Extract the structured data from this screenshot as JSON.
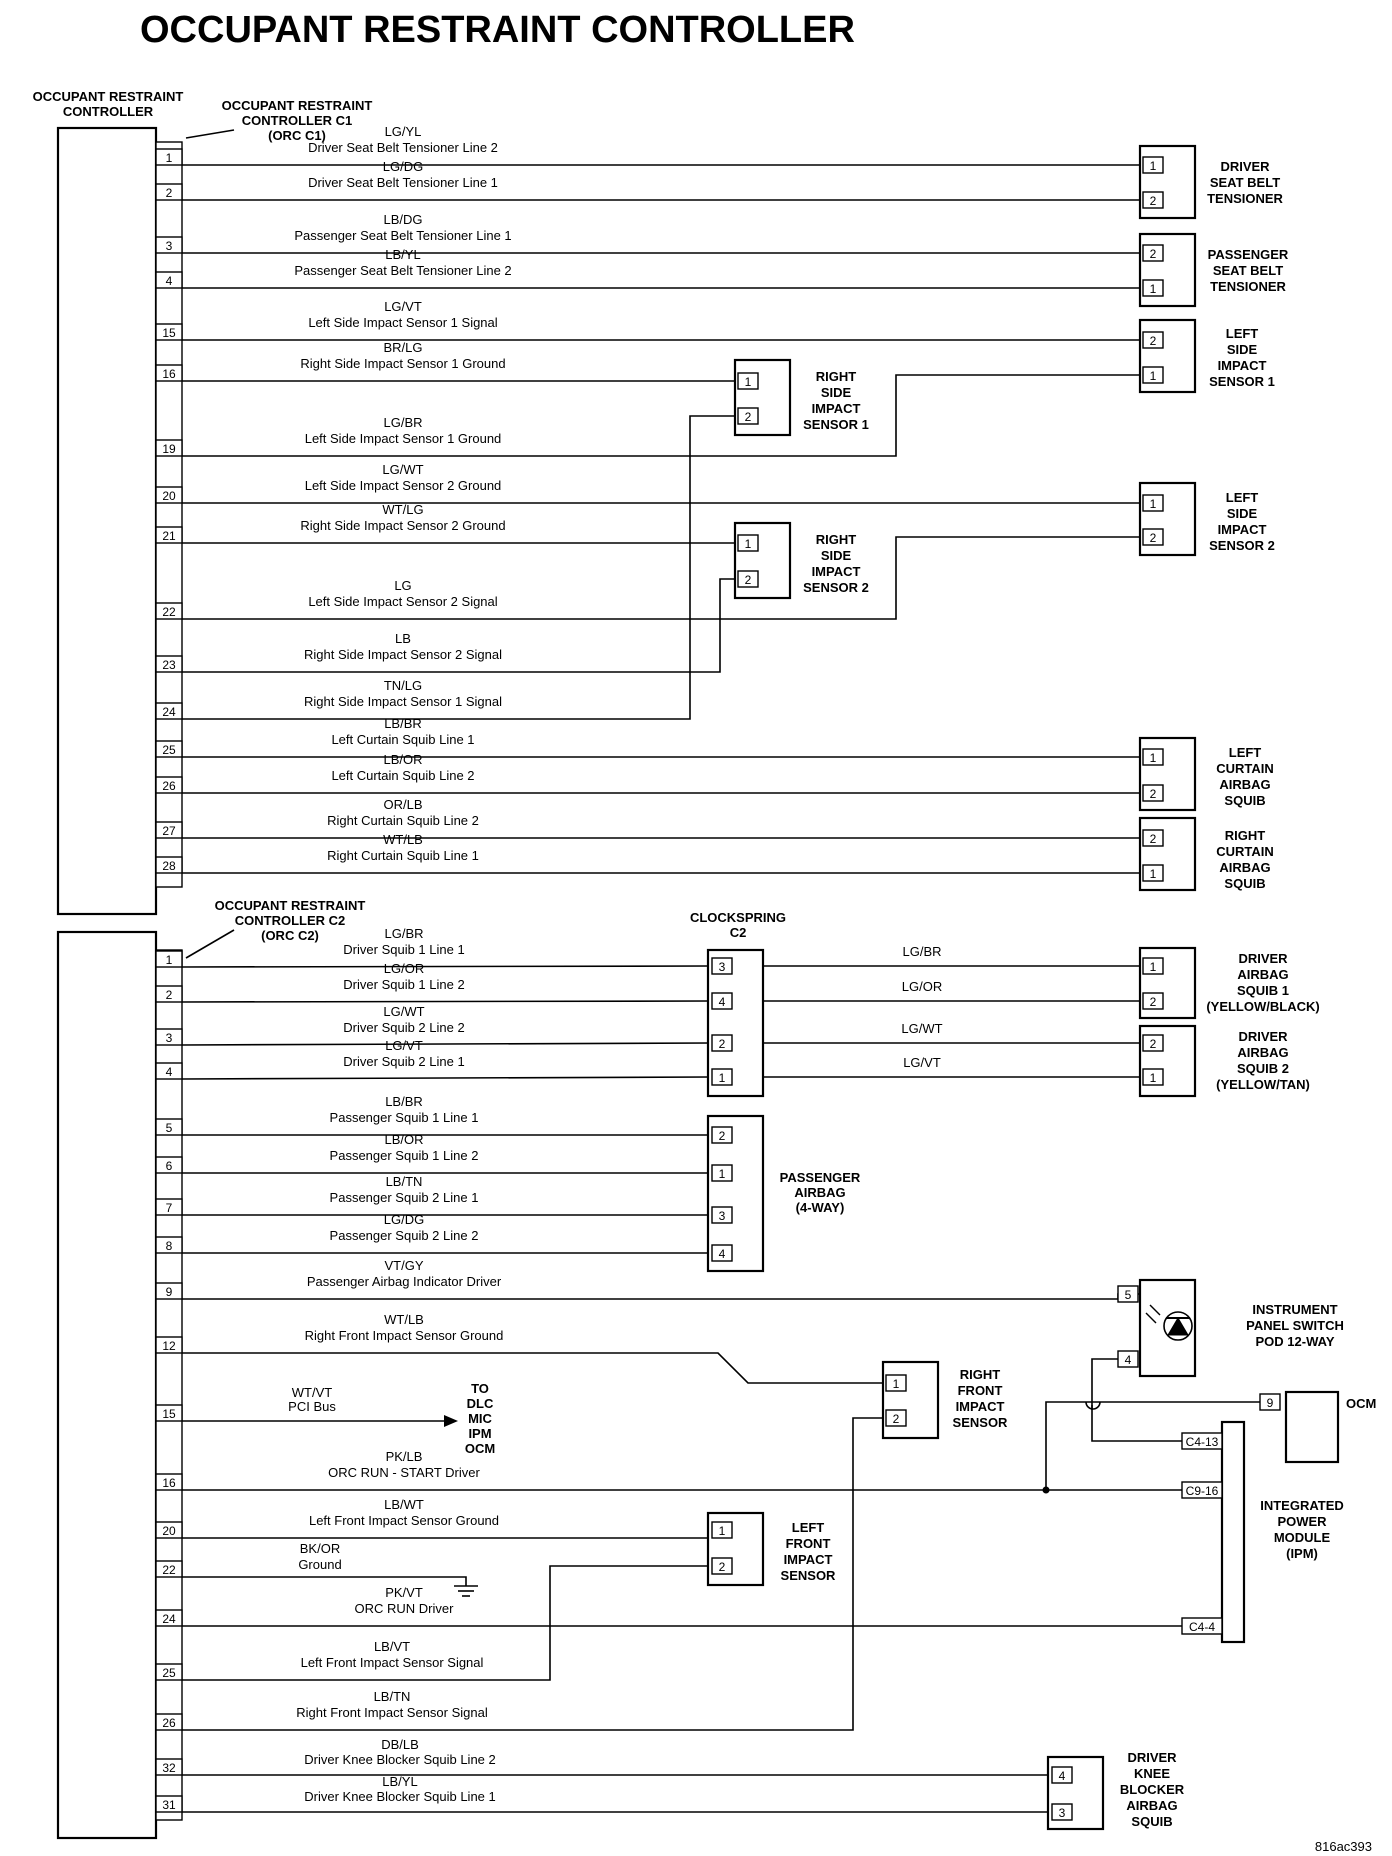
{
  "title": "OCCUPANT RESTRAINT CONTROLLER",
  "figure_id": "816ac393",
  "controller": {
    "label": [
      "OCCUPANT RESTRAINT",
      "CONTROLLER"
    ],
    "c1_label": [
      "OCCUPANT RESTRAINT",
      "CONTROLLER C1",
      "(ORC C1)"
    ],
    "c2_label": [
      "OCCUPANT RESTRAINT",
      "CONTROLLER C2",
      "(ORC C2)"
    ]
  },
  "components": {
    "driver_tensioner": [
      "DRIVER",
      "SEAT BELT",
      "TENSIONER"
    ],
    "passenger_tensioner": [
      "PASSENGER",
      "SEAT BELT",
      "TENSIONER"
    ],
    "left_side_sensor_1": [
      "LEFT",
      "SIDE",
      "IMPACT",
      "SENSOR 1"
    ],
    "right_side_sensor_1": [
      "RIGHT",
      "SIDE",
      "IMPACT",
      "SENSOR 1"
    ],
    "left_side_sensor_2": [
      "LEFT",
      "SIDE",
      "IMPACT",
      "SENSOR 2"
    ],
    "right_side_sensor_2": [
      "RIGHT",
      "SIDE",
      "IMPACT",
      "SENSOR 2"
    ],
    "left_curtain": [
      "LEFT",
      "CURTAIN",
      "AIRBAG",
      "SQUIB"
    ],
    "right_curtain": [
      "RIGHT",
      "CURTAIN",
      "AIRBAG",
      "SQUIB"
    ],
    "clockspring": [
      "CLOCKSPRING",
      "C2"
    ],
    "driver_squib_1": [
      "DRIVER",
      "AIRBAG",
      "SQUIB 1",
      "(YELLOW/BLACK)"
    ],
    "driver_squib_2": [
      "DRIVER",
      "AIRBAG",
      "SQUIB 2",
      "(YELLOW/TAN)"
    ],
    "passenger_airbag": [
      "PASSENGER",
      "AIRBAG",
      "(4-WAY)"
    ],
    "ip_switch_pod": [
      "INSTRUMENT",
      "PANEL SWITCH",
      "POD 12-WAY"
    ],
    "right_front_sensor": [
      "RIGHT",
      "FRONT",
      "IMPACT",
      "SENSOR"
    ],
    "ocm": [
      "OCM"
    ],
    "ipm": [
      "INTEGRATED",
      "POWER",
      "MODULE",
      "(IPM)"
    ],
    "left_front_sensor": [
      "LEFT",
      "FRONT",
      "IMPACT",
      "SENSOR"
    ],
    "knee_blocker": [
      "DRIVER",
      "KNEE",
      "BLOCKER",
      "AIRBAG",
      "SQUIB"
    ],
    "pci_bus_dest": [
      "TO",
      "DLC",
      "MIC",
      "IPM",
      "OCM"
    ]
  },
  "c1_wires": [
    {
      "pin": "1",
      "color": "LG/YL",
      "circuit": "Driver Seat Belt Tensioner Line 2",
      "cavity": "1"
    },
    {
      "pin": "2",
      "color": "LG/DG",
      "circuit": "Driver Seat Belt Tensioner Line 1",
      "cavity": "2"
    },
    {
      "pin": "3",
      "color": "LB/DG",
      "circuit": "Passenger Seat Belt Tensioner Line 1",
      "cavity": "2"
    },
    {
      "pin": "4",
      "color": "LB/YL",
      "circuit": "Passenger Seat Belt Tensioner Line 2",
      "cavity": "1"
    },
    {
      "pin": "15",
      "color": "LG/VT",
      "circuit": "Left Side Impact Sensor 1 Signal",
      "cavity": "2"
    },
    {
      "pin": "16",
      "color": "BR/LG",
      "circuit": "Right Side Impact Sensor 1 Ground",
      "cavity": "1"
    },
    {
      "pin": "19",
      "color": "LG/BR",
      "circuit": "Left Side Impact Sensor 1 Ground",
      "cavity": "1"
    },
    {
      "pin": "20",
      "color": "LG/WT",
      "circuit": "Left Side Impact Sensor 2 Ground",
      "cavity": "1"
    },
    {
      "pin": "21",
      "color": "WT/LG",
      "circuit": "Right Side Impact Sensor 2 Ground",
      "cavity": "1"
    },
    {
      "pin": "22",
      "color": "LG",
      "circuit": "Left Side Impact Sensor 2 Signal",
      "cavity": "2"
    },
    {
      "pin": "23",
      "color": "LB",
      "circuit": "Right Side Impact Sensor 2 Signal",
      "cavity": "2"
    },
    {
      "pin": "24",
      "color": "TN/LG",
      "circuit": "Right Side Impact Sensor 1 Signal",
      "cavity": "2"
    },
    {
      "pin": "25",
      "color": "LB/BR",
      "circuit": "Left Curtain Squib Line 1",
      "cavity": "1"
    },
    {
      "pin": "26",
      "color": "LB/OR",
      "circuit": "Left Curtain Squib Line 2",
      "cavity": "2"
    },
    {
      "pin": "27",
      "color": "OR/LB",
      "circuit": "Right Curtain Squib Line 2",
      "cavity": "2"
    },
    {
      "pin": "28",
      "color": "WT/LB",
      "circuit": "Right Curtain Squib Line 1",
      "cavity": "1"
    }
  ],
  "c2_wires": [
    {
      "pin": "1",
      "color": "LG/BR",
      "circuit": "Driver Squib 1 Line 1",
      "cavity": "3",
      "out_color": "LG/BR",
      "out_cavity": "1"
    },
    {
      "pin": "2",
      "color": "LG/OR",
      "circuit": "Driver Squib 1 Line 2",
      "cavity": "4",
      "out_color": "LG/OR",
      "out_cavity": "2"
    },
    {
      "pin": "3",
      "color": "LG/WT",
      "circuit": "Driver Squib 2 Line 2",
      "cavity": "2",
      "out_color": "LG/WT",
      "out_cavity": "2"
    },
    {
      "pin": "4",
      "color": "LG/VT",
      "circuit": "Driver Squib 2 Line 1",
      "cavity": "1",
      "out_color": "LG/VT",
      "out_cavity": "1"
    },
    {
      "pin": "5",
      "color": "LB/BR",
      "circuit": "Passenger Squib 1 Line 1",
      "cavity": "2"
    },
    {
      "pin": "6",
      "color": "LB/OR",
      "circuit": "Passenger Squib 1 Line 2",
      "cavity": "1"
    },
    {
      "pin": "7",
      "color": "LB/TN",
      "circuit": "Passenger Squib 2 Line 1",
      "cavity": "3"
    },
    {
      "pin": "8",
      "color": "LG/DG",
      "circuit": "Passenger Squib 2 Line 2",
      "cavity": "4"
    },
    {
      "pin": "9",
      "color": "VT/GY",
      "circuit": "Passenger Airbag Indicator Driver",
      "cavity": "5"
    },
    {
      "pin": "12",
      "color": "WT/LB",
      "circuit": "Right Front Impact Sensor Ground",
      "cavity": "1"
    },
    {
      "pin": "15",
      "color": "WT/VT",
      "circuit": "PCI Bus"
    },
    {
      "pin": "16",
      "color": "PK/LB",
      "circuit": "ORC RUN - START Driver",
      "cavity": "C9-16"
    },
    {
      "pin": "20",
      "color": "LB/WT",
      "circuit": "Left Front Impact Sensor Ground",
      "cavity": "1"
    },
    {
      "pin": "22",
      "color": "BK/OR",
      "circuit": "Ground"
    },
    {
      "pin": "24",
      "color": "PK/VT",
      "circuit": "ORC RUN Driver",
      "cavity": "C4-4"
    },
    {
      "pin": "25",
      "color": "LB/VT",
      "circuit": "Left Front Impact Sensor Signal",
      "cavity": "2"
    },
    {
      "pin": "26",
      "color": "LB/TN",
      "circuit": "Right Front Impact Sensor Signal",
      "cavity": "2"
    },
    {
      "pin": "32",
      "color": "DB/LB",
      "circuit": "Driver Knee Blocker Squib Line 2",
      "cavity": "4"
    },
    {
      "pin": "31",
      "color": "LB/YL",
      "circuit": "Driver Knee Blocker Squib Line 1",
      "cavity": "3"
    }
  ],
  "extra_cavities": {
    "ip_switch_4": "4",
    "ocm_9": "9",
    "ipm_c4_13": "C4-13"
  }
}
